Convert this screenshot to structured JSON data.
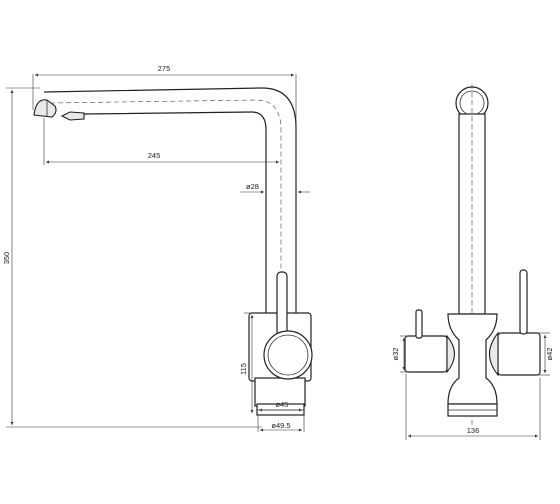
{
  "dimensions": {
    "spout_reach_total": "275",
    "spout_reach_inner": "245",
    "spout_diameter": "ø28",
    "total_height": "350",
    "body_height": "115",
    "base_diameter": "ø45",
    "base_outer_diameter": "ø49.5",
    "left_handle_diameter": "ø32",
    "right_handle_diameter": "ø42",
    "body_width": "136"
  }
}
